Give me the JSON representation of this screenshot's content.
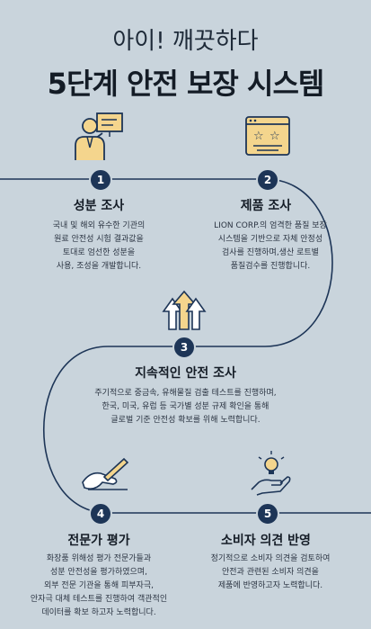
{
  "header": {
    "subtitle": "아이! 깨끗하다",
    "title": "5단계 안전 보장 시스템"
  },
  "colors": {
    "background": "#c9d4dc",
    "accent": "#1d3557",
    "icon_fill": "#f4d58d"
  },
  "steps": [
    {
      "number": "1",
      "title": "성분 조사",
      "desc": "국내 및 해외 유수한 기관의\n원료 안전성 시험 결과값을\n토대로 엄선한 성분을\n사용, 조성을 개발합니다.",
      "icon": "presenter-icon"
    },
    {
      "number": "2",
      "title": "제품 조사",
      "desc": "LION CORP.의 엄격한 품질 보장\n시스템을 기반으로 자체 안정성\n검사를 진행하며,생산 로트별\n품질검수를 진행합니다.",
      "icon": "rating-window-icon"
    },
    {
      "number": "3",
      "title": "지속적인 안전 조사",
      "desc": "주기적으로 중금속, 유해물질 검출 테스트를 진행하며,\n한국, 미국, 유럽 등 국가별 성분 규제 확인을 통해\n글로벌 기준 안전성 확보를 위해 노력합니다.",
      "icon": "arrows-up-icon"
    },
    {
      "number": "4",
      "title": "전문가 평가",
      "desc": "화장품 위해성 평가 전문가들과\n성분 안전성을 평가하였으며,\n외부 전문 기관을 통해 피부자극,\n안자극 대체 테스트를 진행하여 객관적인\n데이터를 확보 하고자 노력합니다.",
      "icon": "hand-pen-icon"
    },
    {
      "number": "5",
      "title": "소비자 의견 반영",
      "desc": "정기적으로 소비자 의견을 검토하여\n안전과 관련된 소비자 의견을\n제품에 반영하고자 노력합니다.",
      "icon": "hand-bulb-icon"
    }
  ]
}
